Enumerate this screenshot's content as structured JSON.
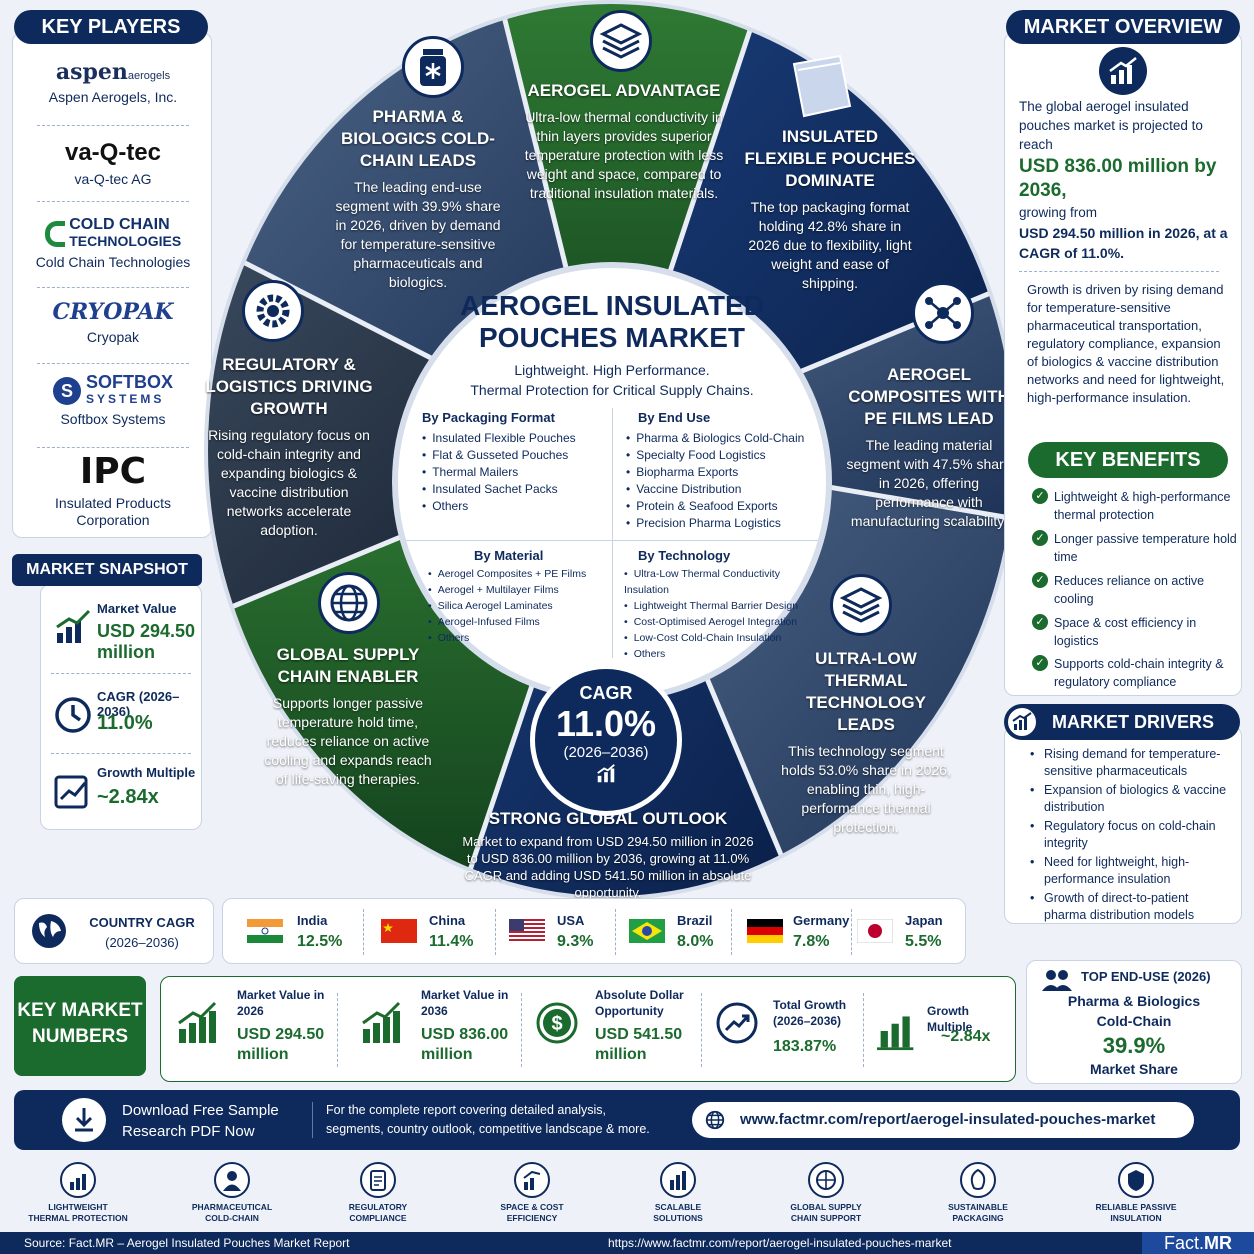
{
  "key_players": {
    "title": "KEY PLAYERS",
    "companies": [
      {
        "logo": "aspen",
        "logo_sub": "aerogels",
        "name": "Aspen Aerogels, Inc."
      },
      {
        "logo": "va-Q-tec",
        "name": "va-Q-tec AG"
      },
      {
        "logo": "COLD CHAIN",
        "logo_sub": "TECHNOLOGIES",
        "name": "Cold Chain Technologies"
      },
      {
        "logo": "CRYOPAK",
        "name": "Cryopak"
      },
      {
        "logo": "SOFTBOX",
        "logo_sub": "SYSTEMS",
        "name": "Softbox Systems"
      },
      {
        "logo": "IPC",
        "name": "Insulated Products Corporation"
      }
    ]
  },
  "snapshot": {
    "title": "MARKET SNAPSHOT (2026)",
    "items": [
      {
        "label": "Market Value",
        "value": "USD 294.50 million"
      },
      {
        "label": "CAGR (2026–2036)",
        "value": "11.0%"
      },
      {
        "label": "Growth Multiple",
        "value": "~2.84x"
      }
    ]
  },
  "segments": {
    "pharma": {
      "title": "PHARMA & BIOLOGICS COLD-CHAIN LEADS",
      "body": "The leading end-use segment with 39.9% share in 2026, driven by demand for temperature-sensitive pharmaceuticals and biologics."
    },
    "advantage": {
      "title": "AEROGEL ADVANTAGE",
      "body": "Ultra-low thermal conductivity in thin layers provides superior temperature protection with less weight and space, compared to traditional insulation materials."
    },
    "pouches": {
      "title": "INSULATED FLEXIBLE POUCHES DOMINATE",
      "body": "The top packaging format holding 42.8% share in 2026 due to flexibility, light weight and ease of shipping."
    },
    "regulatory": {
      "title": "REGULATORY & LOGISTICS DRIVING GROWTH",
      "body": "Rising regulatory focus on cold-chain integrity and expanding biologics & vaccine distribution networks accelerate adoption."
    },
    "composites": {
      "title": "AEROGEL COMPOSITES WITH PE FILMS LEAD",
      "body": "The leading material segment with 47.5% share in 2026, offering performance with manufacturing scalability."
    },
    "supply": {
      "title": "GLOBAL SUPPLY CHAIN ENABLER",
      "body": "Supports longer passive temperature hold time, reduces reliance on active cooling and expands reach of life-saving therapies."
    },
    "thermal": {
      "title": "ULTRA-LOW THERMAL TECHNOLOGY LEADS",
      "body": "This technology segment holds 53.0% share in 2026, enabling thin, high-performance thermal protection."
    },
    "outlook": {
      "title": "STRONG GLOBAL OUTLOOK",
      "body": "Market to expand from USD 294.50 million in 2026 to USD 836.00 million by 2036, growing at 11.0% CAGR and adding USD 541.50 million in absolute opportunity."
    }
  },
  "center": {
    "title_1": "AEROGEL INSULATED",
    "title_2": "POUCHES MARKET",
    "tagline_1": "Lightweight. High Performance.",
    "tagline_2": "Thermal Protection for Critical Supply Chains.",
    "packaging": {
      "heading": "By Packaging Format",
      "items": [
        "Insulated Flexible Pouches",
        "Flat & Gusseted Pouches",
        "Thermal Mailers",
        "Insulated Sachet Packs",
        "Others"
      ]
    },
    "end_use": {
      "heading": "By End Use",
      "items": [
        "Pharma & Biologics Cold-Chain",
        "Specialty Food Logistics",
        "Biopharma Exports",
        "Vaccine Distribution",
        "Protein & Seafood Exports",
        "Precision Pharma Logistics"
      ]
    },
    "material": {
      "heading": "By Material",
      "items": [
        "Aerogel Composites + PE Films",
        "Aerogel + Multilayer Films",
        "Silica Aerogel Laminates",
        "Aerogel-Infused Films",
        "Others"
      ]
    },
    "technology": {
      "heading": "By Technology",
      "items": [
        "Ultra-Low Thermal Conductivity Insulation",
        "Lightweight Thermal Barrier Design",
        "Cost-Optimised Aerogel Integration",
        "Low-Cost Cold-Chain Insulation",
        "Others"
      ]
    }
  },
  "cagr_badge": {
    "label": "CAGR",
    "value": "11.0%",
    "period": "(2026–2036)"
  },
  "overview": {
    "title": "MARKET OVERVIEW",
    "intro": "The global aerogel insulated pouches market is projected to reach",
    "value": "USD 836.00 million by 2036,",
    "growing": "growing from",
    "from_value": "USD 294.50 million in 2026, at a CAGR of 11.0%.",
    "drivers_text": "Growth is driven by rising demand for temperature-sensitive pharmaceutical transportation, regulatory compliance, expansion of biologics & vaccine distribution networks and need for lightweight, high-performance insulation."
  },
  "benefits": {
    "title": "KEY BENEFITS",
    "items": [
      "Lightweight & high-performance thermal protection",
      "Longer passive temperature hold time",
      "Reduces reliance on active cooling",
      "Space & cost efficiency in logistics",
      "Supports cold-chain integrity & regulatory compliance"
    ]
  },
  "drivers": {
    "title": "MARKET DRIVERS",
    "items": [
      "Rising demand for temperature-sensitive pharmaceuticals",
      "Expansion of biologics & vaccine distribution",
      "Regulatory focus on cold-chain integrity",
      "Need for lightweight, high-performance insulation",
      "Growth of direct-to-patient pharma distribution models"
    ]
  },
  "country_cagr": {
    "title": "COUNTRY CAGR",
    "period": "(2026–2036)",
    "countries": [
      {
        "name": "India",
        "value": "12.5%"
      },
      {
        "name": "China",
        "value": "11.4%"
      },
      {
        "name": "USA",
        "value": "9.3%"
      },
      {
        "name": "Brazil",
        "value": "8.0%"
      },
      {
        "name": "Germany",
        "value": "7.8%"
      },
      {
        "name": "Japan",
        "value": "5.5%"
      }
    ]
  },
  "key_numbers": {
    "title_1": "KEY MARKET",
    "title_2": "NUMBERS",
    "items": [
      {
        "label": "Market Value in 2026",
        "value": "USD 294.50 million"
      },
      {
        "label": "Market Value in 2036",
        "value": "USD 836.00 million"
      },
      {
        "label": "Absolute Dollar Opportunity",
        "value": "USD 541.50 million"
      },
      {
        "label": "Total Growth (2026–2036)",
        "value": "183.87%"
      },
      {
        "label": "Growth Multiple",
        "value": "~2.84x"
      }
    ]
  },
  "top_end_use": {
    "title": "TOP END-USE (2026)",
    "name_1": "Pharma & Biologics",
    "name_2": "Cold-Chain",
    "value": "39.9%",
    "caption": "Market Share"
  },
  "download": {
    "title_1": "Download Free Sample",
    "title_2": "Research PDF Now",
    "desc_1": "For the complete report covering detailed analysis,",
    "desc_2": "segments, country outlook, competitive landscape & more.",
    "url": "www.factmr.com/report/aerogel-insulated-pouches-market"
  },
  "bottom_icons": [
    [
      "LIGHTWEIGHT",
      "THERMAL PROTECTION"
    ],
    [
      "PHARMACEUTICAL",
      "COLD-CHAIN"
    ],
    [
      "REGULATORY",
      "COMPLIANCE"
    ],
    [
      "SPACE & COST",
      "EFFICIENCY"
    ],
    [
      "SCALABLE",
      "SOLUTIONS"
    ],
    [
      "GLOBAL SUPPLY",
      "CHAIN SUPPORT"
    ],
    [
      "SUSTAINABLE",
      "PACKAGING"
    ],
    [
      "RELIABLE PASSIVE",
      "INSULATION"
    ]
  ],
  "footer": {
    "source": "Source: Fact.MR – Aerogel Insulated Pouches Market Report",
    "url": "https://www.factmr.com/report/aerogel-insulated-pouches-market",
    "brand_1": "Fact.",
    "brand_2": "MR"
  },
  "colors": {
    "navy": "#0e2a5c",
    "green": "#1b6a2e",
    "background": "#eef2f8"
  }
}
